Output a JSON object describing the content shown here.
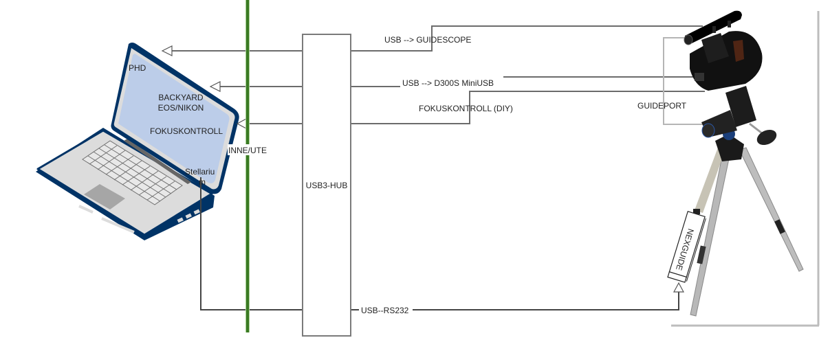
{
  "diagram": {
    "laptop": {
      "labels": {
        "phd": "PHD",
        "backyard_line1": "BACKYARD",
        "backyard_line2": "EOS/NIKON",
        "fokuskontroll": "FOKUSKONTROLL",
        "stellarium_line1": "Stellariu",
        "stellarium_line2": "m"
      }
    },
    "boundary": {
      "label": "INNE/UTE",
      "color": "#3a7a23"
    },
    "hub": {
      "label": "USB3-HUB"
    },
    "connections": {
      "guidescope": "USB --> GUIDESCOPE",
      "d300s": "USB --> D300S MiniUSB",
      "focus": "FOKUSKONTROLL (DIY)",
      "rs232": "USB--RS232",
      "guideport": "GUIDEPORT"
    },
    "nexguide": {
      "label": "NEXGUIDE"
    },
    "colors": {
      "line": "#6b6b6b",
      "laptop_frame": "#003366",
      "laptop_screen": "#bccde9",
      "laptop_body": "#dcdcdc"
    }
  }
}
